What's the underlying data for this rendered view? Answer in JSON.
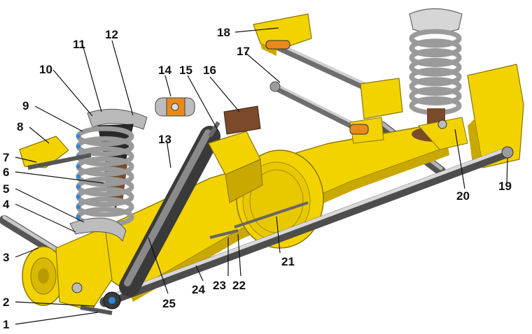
{
  "colors": {
    "axle_yellow": "#F2D300",
    "axle_shade": "#C9A800",
    "rod_grey": "#8C8C8C",
    "rod_light": "#D2D2D2",
    "spring_grey": "#9A9A9A",
    "rubber_brown": "#7A4A2A",
    "bush_orange": "#E88A1A",
    "ink": "#111111",
    "cutaway_blue": "#2E86D6"
  },
  "callouts": [
    {
      "id": "1",
      "text": "1"
    },
    {
      "id": "2",
      "text": "2"
    },
    {
      "id": "3",
      "text": "3"
    },
    {
      "id": "4",
      "text": "4"
    },
    {
      "id": "5",
      "text": "5"
    },
    {
      "id": "6",
      "text": "6"
    },
    {
      "id": "7",
      "text": "7"
    },
    {
      "id": "8",
      "text": "8"
    },
    {
      "id": "9",
      "text": "9"
    },
    {
      "id": "10",
      "text": "10"
    },
    {
      "id": "11",
      "text": "11"
    },
    {
      "id": "12",
      "text": "12"
    },
    {
      "id": "13",
      "text": "13"
    },
    {
      "id": "14",
      "text": "14"
    },
    {
      "id": "15",
      "text": "15"
    },
    {
      "id": "16",
      "text": "16"
    },
    {
      "id": "17",
      "text": "17"
    },
    {
      "id": "18",
      "text": "18"
    },
    {
      "id": "19",
      "text": "19"
    },
    {
      "id": "20",
      "text": "20"
    },
    {
      "id": "21",
      "text": "21"
    },
    {
      "id": "22",
      "text": "22"
    },
    {
      "id": "23",
      "text": "23"
    },
    {
      "id": "24",
      "text": "24"
    },
    {
      "id": "25",
      "text": "25"
    }
  ]
}
